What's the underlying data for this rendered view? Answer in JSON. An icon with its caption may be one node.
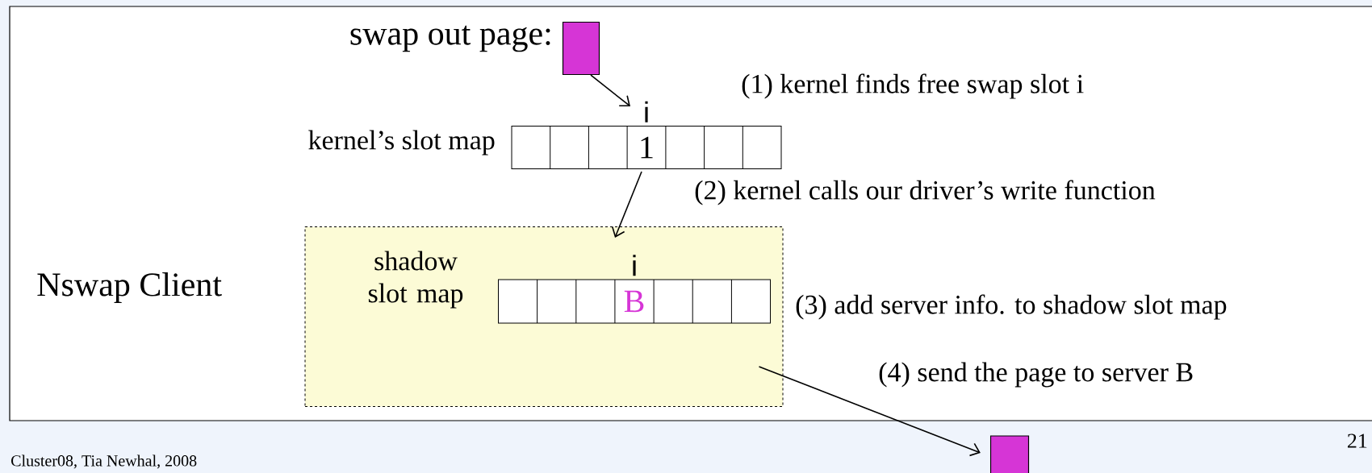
{
  "diagram": {
    "nodes": [
      {
        "text": [],
        "shape": "box",
        "beside": [
          "swap out page:"
        ]
      },
      {
        "text": [
          "1"
        ],
        "beside": [
          "kernel’s slot map",
          "i"
        ]
      },
      {
        "text": [],
        "shape": "box",
        "beside": [
          "Nswap Client"
        ]
      },
      {
        "text": [
          "B"
        ],
        "in": 2,
        "beside": [
          "shadow slot map",
          "i"
        ]
      },
      {
        "text": [],
        "shape": "box"
      }
    ],
    "edges": [
      {
        "from": 0,
        "to": 1,
        "arrow": "to"
      },
      {
        "from": 1,
        "to": 2,
        "arrow": "to"
      },
      {
        "from": 2,
        "to": 4,
        "arrow": "to"
      }
    ],
    "labels": [
      "(1) kernel finds free swap slot i",
      "(2) kernel calls our driver’s write function",
      "(3) add server info. to shadow slot map",
      "(4) send the page to server B",
      "Cluster08, Tia Newhal, 2008",
      "21"
    ]
  }
}
